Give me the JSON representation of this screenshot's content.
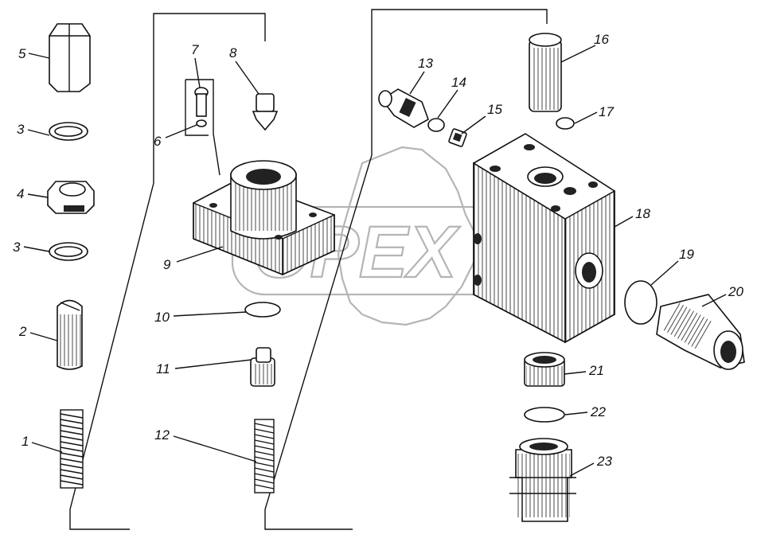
{
  "diagram": {
    "watermark": "OPEX",
    "callouts": [
      "1",
      "2",
      "3",
      "3",
      "4",
      "5",
      "6",
      "7",
      "8",
      "9",
      "10",
      "11",
      "12",
      "13",
      "14",
      "15",
      "16",
      "17",
      "18",
      "19",
      "20",
      "21",
      "22",
      "23"
    ]
  }
}
